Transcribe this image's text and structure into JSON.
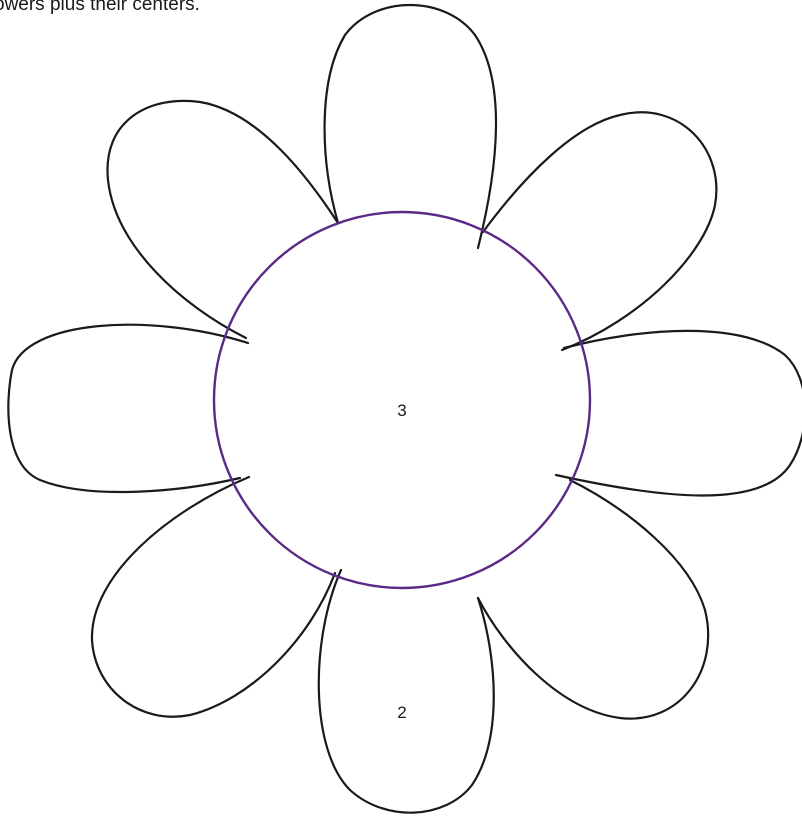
{
  "caption": "owers plus their centers.",
  "labels": {
    "center": "3",
    "petal": "2"
  },
  "colors": {
    "outline": "#1a1a1a",
    "center_circle": "#5b2a86"
  },
  "petal_count": 8
}
